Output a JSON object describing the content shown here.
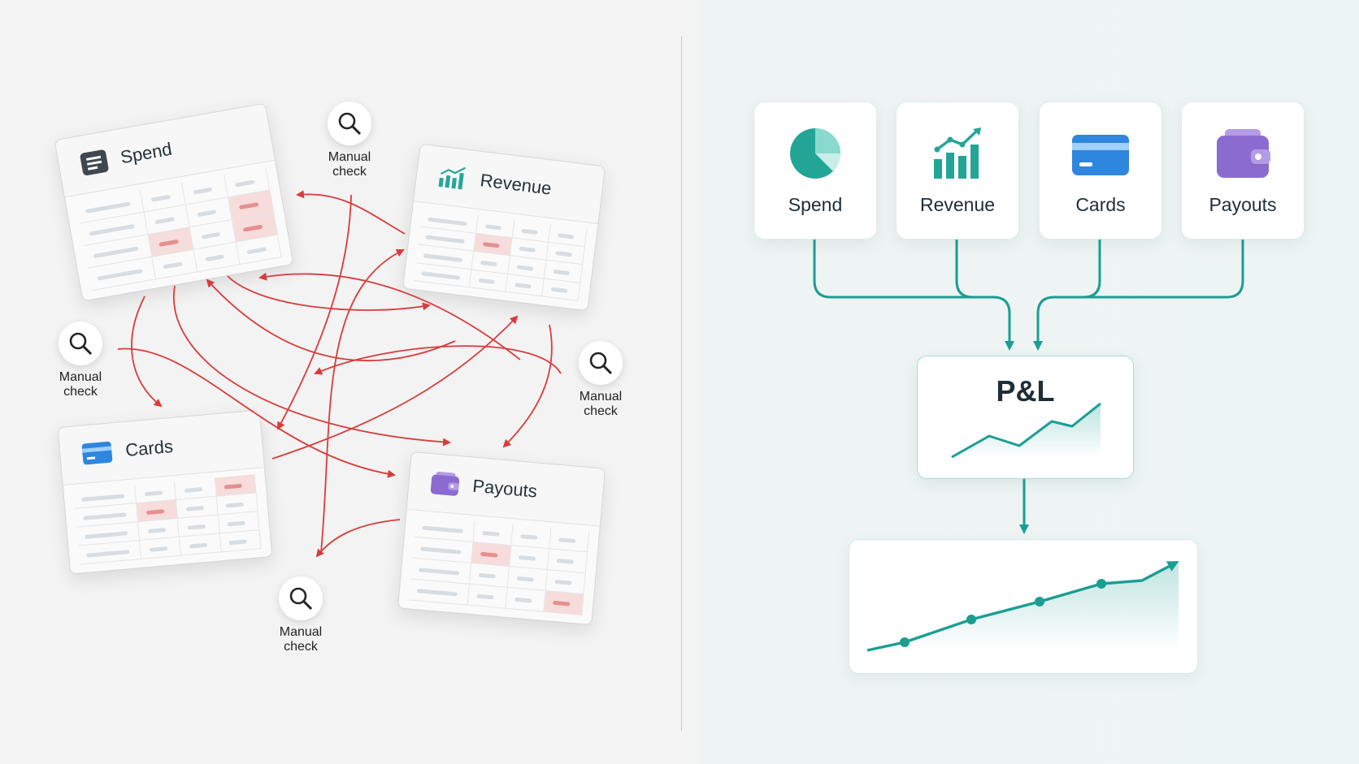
{
  "left_panel": {
    "sheets": [
      {
        "title": "Spend",
        "icon": "document-list-icon",
        "icon_color": "#3f4750"
      },
      {
        "title": "Revenue",
        "icon": "bar-chart-trend-icon",
        "icon_color": "#26a69a"
      },
      {
        "title": "Cards",
        "icon": "credit-card-icon",
        "icon_color": "#2e86de"
      },
      {
        "title": "Payouts",
        "icon": "wallet-icon",
        "icon_color": "#8c6bd1"
      }
    ],
    "manual_checks": [
      {
        "line1": "Manual",
        "line2": "check"
      },
      {
        "line1": "Manual",
        "line2": "check"
      },
      {
        "line1": "Manual",
        "line2": "check"
      },
      {
        "line1": "Manual",
        "line2": "check"
      }
    ],
    "arrow_color": "#d93b3b"
  },
  "right_panel": {
    "sources": [
      {
        "label": "Spend",
        "icon": "pie-chart-icon"
      },
      {
        "label": "Revenue",
        "icon": "bar-chart-trend-icon"
      },
      {
        "label": "Cards",
        "icon": "credit-card-icon"
      },
      {
        "label": "Payouts",
        "icon": "wallet-icon"
      }
    ],
    "hub": {
      "title": "P&L"
    },
    "accent_color": "#1a9e93"
  }
}
